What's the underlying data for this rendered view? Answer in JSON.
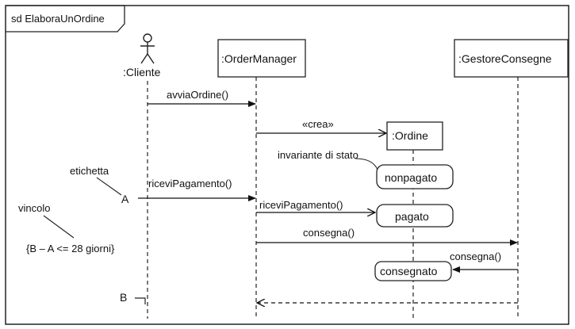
{
  "frame": {
    "title": "sd ElaboraUnOrdine"
  },
  "lifelines": {
    "cliente": {
      "label": ":Cliente"
    },
    "order_manager": {
      "label": ":OrderManager"
    },
    "gestore_consegne": {
      "label": ":GestoreConsegne"
    },
    "ordine": {
      "label": ":Ordine"
    }
  },
  "messages": {
    "avvia_ordine": "avviaOrdine()",
    "crea": "«crea»",
    "ricevi_pagamento_1": "riceviPagamento()",
    "ricevi_pagamento_2": "riceviPagamento()",
    "consegna_1": "consegna()",
    "consegna_2": "consegna()"
  },
  "states": {
    "nonpagato": "nonpagato",
    "pagato": "pagato",
    "consegnato": "consegnato"
  },
  "annotations": {
    "invariante": "invariante di stato",
    "etichetta": "etichetta",
    "vincolo": "vincolo",
    "vincolo_text": "{B – A <= 28 giorni}",
    "label_a": "A",
    "label_b": "B"
  }
}
